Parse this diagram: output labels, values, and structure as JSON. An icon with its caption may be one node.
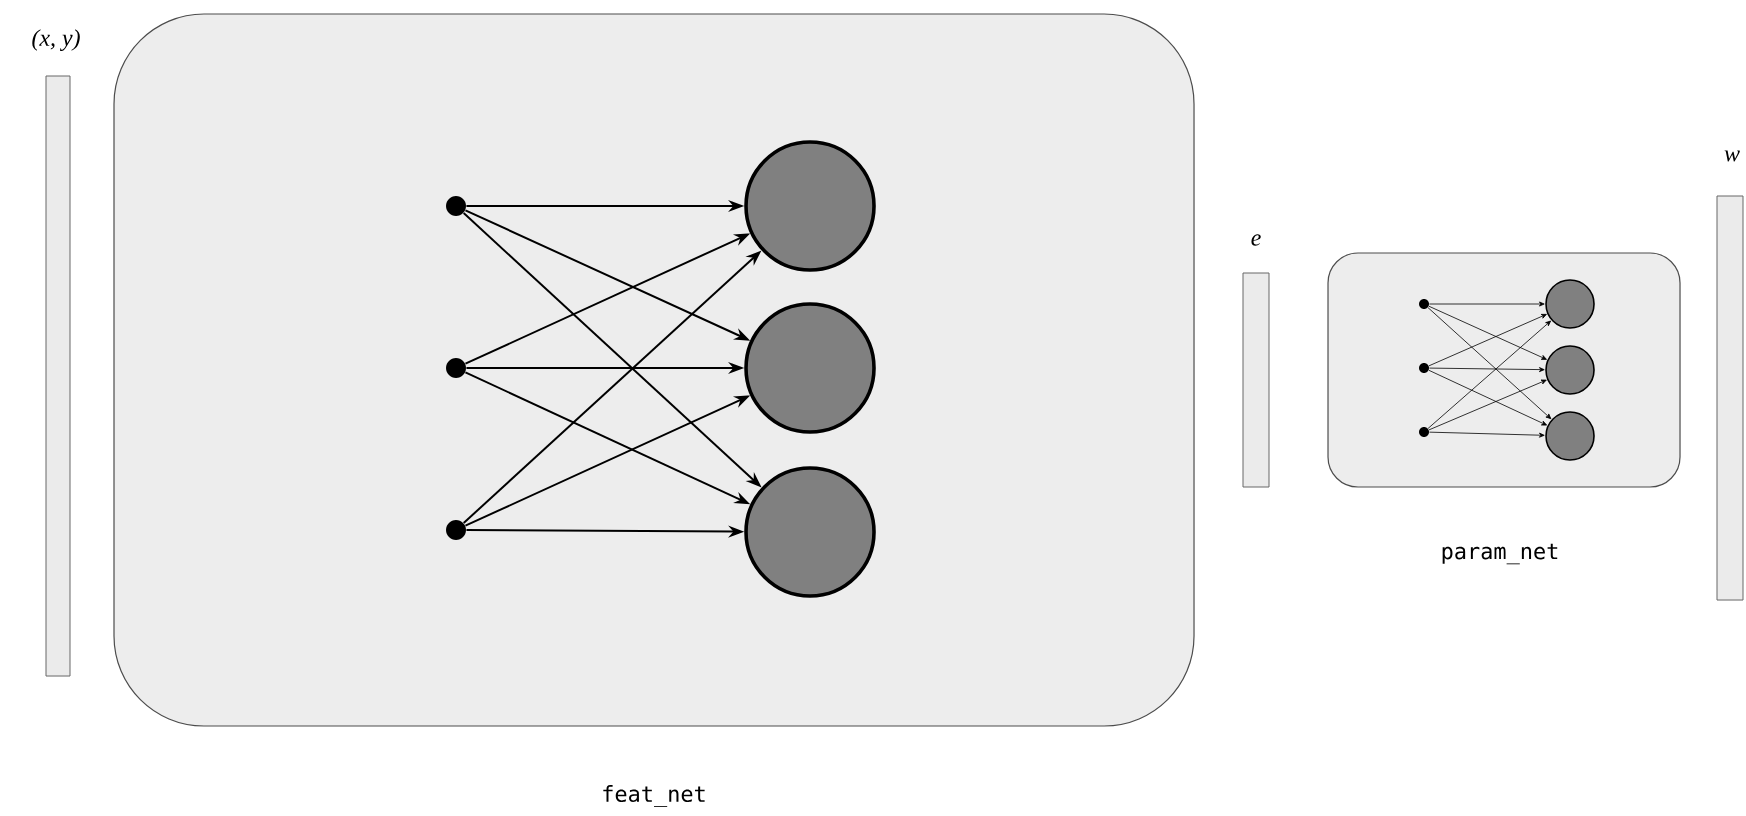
{
  "diagram": {
    "nodes": [
      {
        "text": [],
        "shape": "bar",
        "beside": [
          "(*x*, *y*)"
        ]
      },
      {
        "text": [
          "feat_net"
        ]
      },
      {
        "text": [],
        "shape": "dot",
        "in": 1
      },
      {
        "text": [],
        "shape": "dot",
        "in": 1
      },
      {
        "text": [],
        "shape": "dot",
        "in": 1
      },
      {
        "text": [],
        "shape": "circle",
        "in": 1
      },
      {
        "text": [],
        "shape": "circle",
        "in": 1
      },
      {
        "text": [],
        "shape": "circle",
        "in": 1
      },
      {
        "text": [],
        "shape": "bar",
        "beside": [
          "e"
        ]
      },
      {
        "text": [
          "param_net"
        ]
      },
      {
        "text": [],
        "shape": "dot",
        "in": 9
      },
      {
        "text": [],
        "shape": "dot",
        "in": 9
      },
      {
        "text": [],
        "shape": "dot",
        "in": 9
      },
      {
        "text": [],
        "shape": "circle",
        "in": 9
      },
      {
        "text": [],
        "shape": "circle",
        "in": 9
      },
      {
        "text": [],
        "shape": "circle",
        "in": 9
      },
      {
        "text": [],
        "shape": "bar",
        "beside": [
          "w"
        ]
      }
    ],
    "edges": [
      {
        "from": 2,
        "to": 5,
        "arrow": "to"
      },
      {
        "from": 2,
        "to": 6,
        "arrow": "to"
      },
      {
        "from": 2,
        "to": 7,
        "arrow": "to"
      },
      {
        "from": 3,
        "to": 5,
        "arrow": "to"
      },
      {
        "from": 3,
        "to": 6,
        "arrow": "to"
      },
      {
        "from": 3,
        "to": 7,
        "arrow": "to"
      },
      {
        "from": 4,
        "to": 5,
        "arrow": "to"
      },
      {
        "from": 4,
        "to": 6,
        "arrow": "to"
      },
      {
        "from": 4,
        "to": 7,
        "arrow": "to"
      },
      {
        "from": 10,
        "to": 13,
        "arrow": "to"
      },
      {
        "from": 10,
        "to": 14,
        "arrow": "to"
      },
      {
        "from": 10,
        "to": 15,
        "arrow": "to"
      },
      {
        "from": 11,
        "to": 13,
        "arrow": "to"
      },
      {
        "from": 11,
        "to": 14,
        "arrow": "to"
      },
      {
        "from": 11,
        "to": 15,
        "arrow": "to"
      },
      {
        "from": 12,
        "to": 13,
        "arrow": "to"
      },
      {
        "from": 12,
        "to": 14,
        "arrow": "to"
      },
      {
        "from": 12,
        "to": 15,
        "arrow": "to"
      }
    ]
  }
}
